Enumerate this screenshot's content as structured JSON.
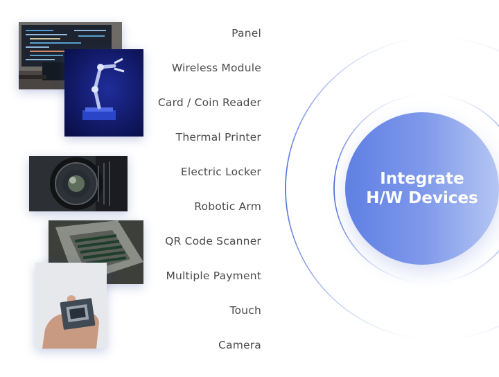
{
  "hub": {
    "line1": "Integrate",
    "line2": "H/W Devices"
  },
  "devices": [
    "Panel",
    "Wireless Module",
    "Card / Coin Reader",
    "Thermal Printer",
    "Electric Locker",
    "Robotic Arm",
    "QR Code Scanner",
    "Multiple Payment",
    "Touch",
    "Camera"
  ],
  "colors": {
    "accent": "#6a88e6",
    "text": "#4a4a4a",
    "arc": "#4f6fdc"
  }
}
